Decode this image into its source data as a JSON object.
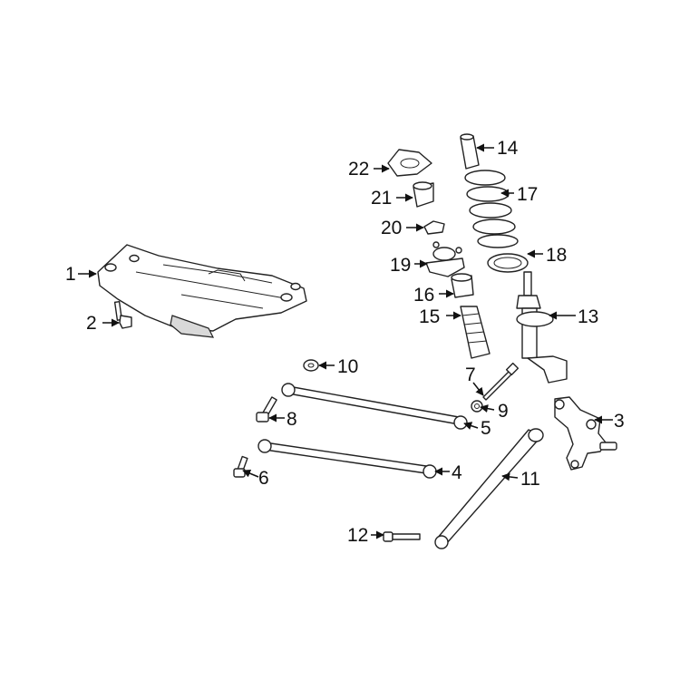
{
  "callouts": [
    "1",
    "2",
    "3",
    "4",
    "5",
    "6",
    "7",
    "8",
    "9",
    "10",
    "11",
    "12",
    "13",
    "14",
    "15",
    "16",
    "17",
    "18",
    "19",
    "20",
    "21",
    "22"
  ],
  "colors": {
    "line": "#222222",
    "shade": "#d9d9d9",
    "background": "#ffffff"
  }
}
